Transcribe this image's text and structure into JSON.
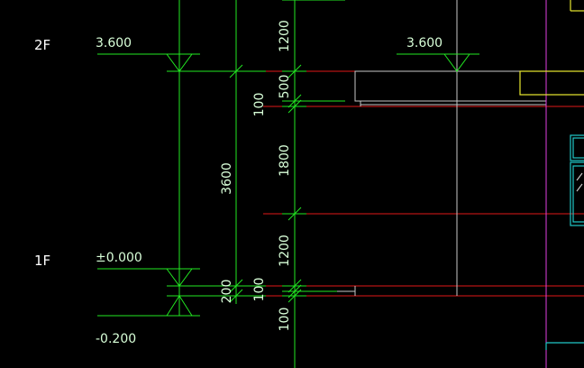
{
  "drawing": {
    "floors": {
      "second": "2F",
      "first": "1F"
    },
    "elevations": {
      "level_2_left": "3.600",
      "level_2_right": "3.600",
      "level_1": "±0.000",
      "ground": "-0.200"
    },
    "outer_dims": {
      "total": "3600",
      "bottom": "200"
    },
    "inner_dims": {
      "d1200_top": "1200",
      "d500": "500",
      "d100_a": "100",
      "d1800": "1800",
      "d1200_bot": "1200",
      "d100_b": "100",
      "d100_c": "100"
    }
  },
  "colors": {
    "background": "#000000",
    "dimension": "#22e822",
    "level_line": "#e01818",
    "grid_line": "#c8c8c8",
    "magenta": "#e040e0",
    "cyan": "#20c8c8",
    "yellow": "#e8e830",
    "text": "#ffffff"
  }
}
